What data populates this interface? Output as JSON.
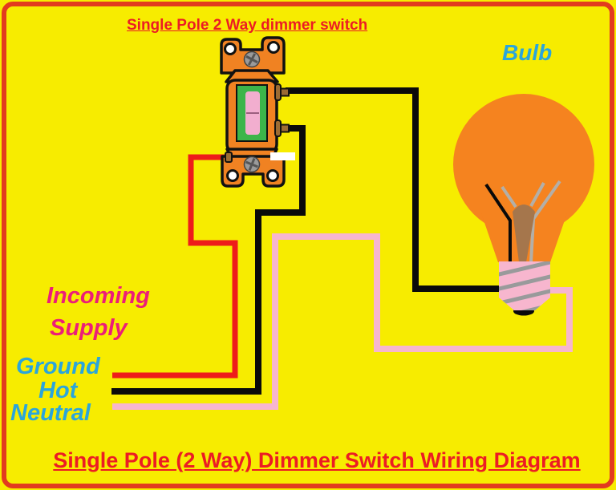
{
  "diagram": {
    "top_label": "Single Pole 2 Way dimmer switch",
    "bulb_label": "Bulb",
    "incoming_supply": {
      "line1": "Incoming",
      "line2": "Supply"
    },
    "wire_labels": {
      "ground": "Ground",
      "hot": "Hot",
      "neutral": "Neutral"
    },
    "title": "Single Pole (2 Way) Dimmer Switch Wiring Diagram"
  },
  "colors": {
    "background": "#F7EC00",
    "border_red": "#E23B1E",
    "heading_red": "#EC1C24",
    "label_magenta": "#EC1E78",
    "label_blue": "#2AA5DC",
    "wire_black": "#0A0A0A",
    "wire_red": "#EE1C1A",
    "wire_pink": "#F7B6CE",
    "switch_orange": "#F08222",
    "switch_green": "#3CB54A",
    "toggle_pink": "#F2AECF",
    "terminal_copper": "#9C6B33",
    "bulb_orange": "#F5831F",
    "base_pink": "#F7B6CE",
    "stripe_gray": "#999A9B",
    "stem_brown": "#A5764C"
  }
}
